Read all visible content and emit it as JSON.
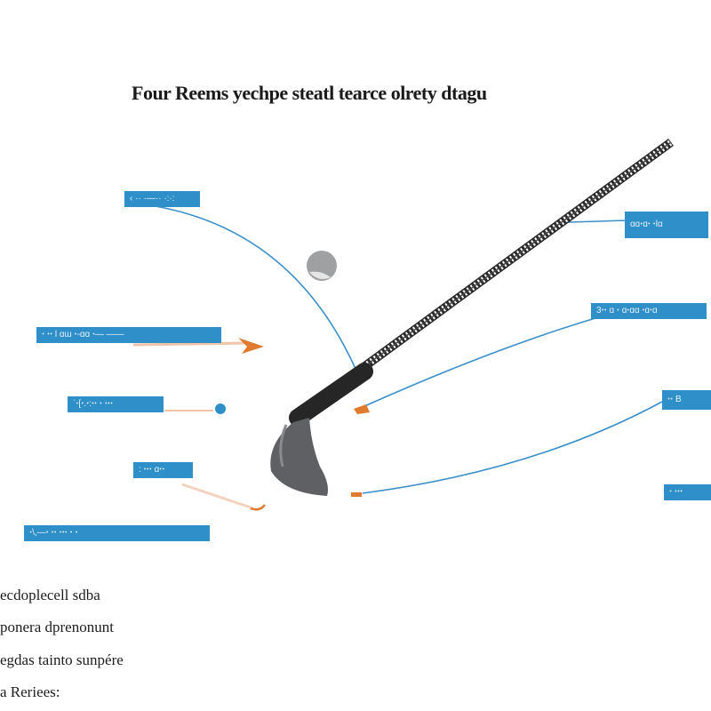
{
  "diagram": {
    "title": "Four Reems yechpe steatl tearce olrety dtagu",
    "colors": {
      "label_bg": "#2f8fc8",
      "leader_line": "#3a8fc9",
      "marker": "#e07a2e",
      "club_head": "#5f6063",
      "shaft": "#2b2b2b"
    },
    "left_labels": [
      {
        "text": "‹ ·· ·—·· ·:·:"
      },
      {
        "text": "ꞏ ꞏꞏ l ɑɯ ꞏ‑ɑɑ ꞏ—  ——"
      },
      {
        "text": "ˈꞏ[ꞏ.ꞏ:ꞏꞏ  ꞏ  ꞏꞏꞏ"
      },
      {
        "text": ": ꞏꞏꞏ  ɑꞏꞏ"
      },
      {
        "text": "ꞏ\\,—ꞏ ꞏꞏ ꞏꞏꞏ ꞏ ꞏ"
      }
    ],
    "right_labels": [
      {
        "text": "ɑɑꞏɑꞏ ꞏlɑ"
      },
      {
        "text": "3ꞏꞏ ɑ ꞏ ɑꞏɑɑ ꞏɑꞏɑ"
      },
      {
        "text": "ꞏꞏ B"
      },
      {
        "text": "ꞏ ꞏꞏꞏ"
      }
    ],
    "notes": [
      "ecdoplecell sdba",
      "ponera dprenonunt",
      "egdas tainto sunpére",
      "a Reriees:"
    ]
  }
}
